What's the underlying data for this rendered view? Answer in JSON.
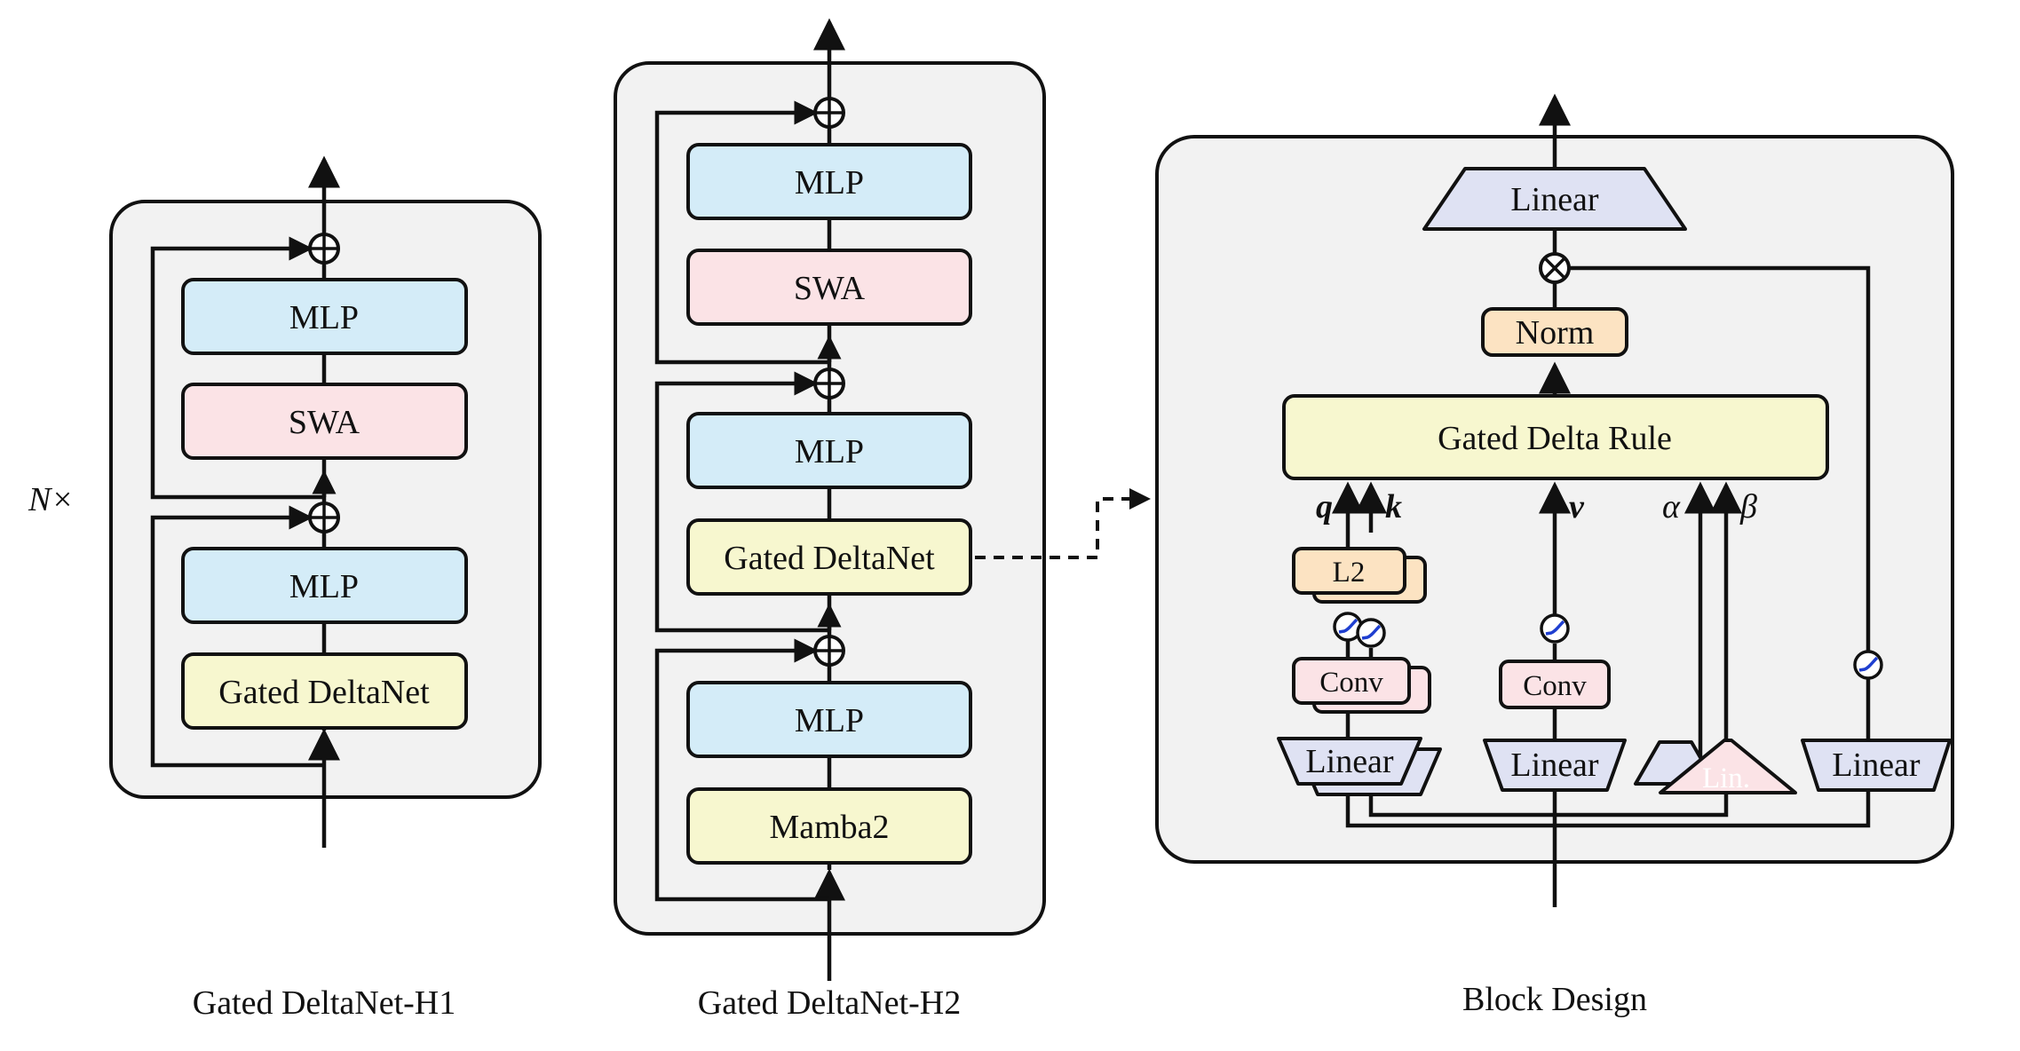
{
  "h1": {
    "repeat_label": "N×",
    "blocks": [
      "MLP",
      "SWA",
      "MLP",
      "Gated DeltaNet"
    ],
    "caption": "Gated DeltaNet-H1"
  },
  "h2": {
    "blocks": [
      "MLP",
      "SWA",
      "MLP",
      "Gated DeltaNet",
      "MLP",
      "Mamba2"
    ],
    "caption": "Gated DeltaNet-H2"
  },
  "block": {
    "top_linear": "Linear",
    "norm": "Norm",
    "rule": "Gated Delta Rule",
    "q": "q",
    "k": "k",
    "v": "v",
    "alpha": "α",
    "beta": "β",
    "l2": "L2",
    "conv_qk": "Conv",
    "conv_v": "Conv",
    "linear_qk": "Linear",
    "linear_v": "Linear",
    "linear_ab": "Lin.",
    "linear_gate": "Linear",
    "caption": "Block Design"
  },
  "colors": {
    "mlp": "#d4ecf8",
    "swa": "#fbe3e6",
    "gated": "#f7f7cf",
    "norm_l2": "#fce3c2",
    "linear": "#dfe2f3",
    "panel": "#f2f2f2",
    "activation_icon": "#1f3fd0"
  },
  "icons": [
    "add-circle-icon",
    "multiply-circle-icon",
    "silu-activation-icon",
    "arrow-icon"
  ]
}
